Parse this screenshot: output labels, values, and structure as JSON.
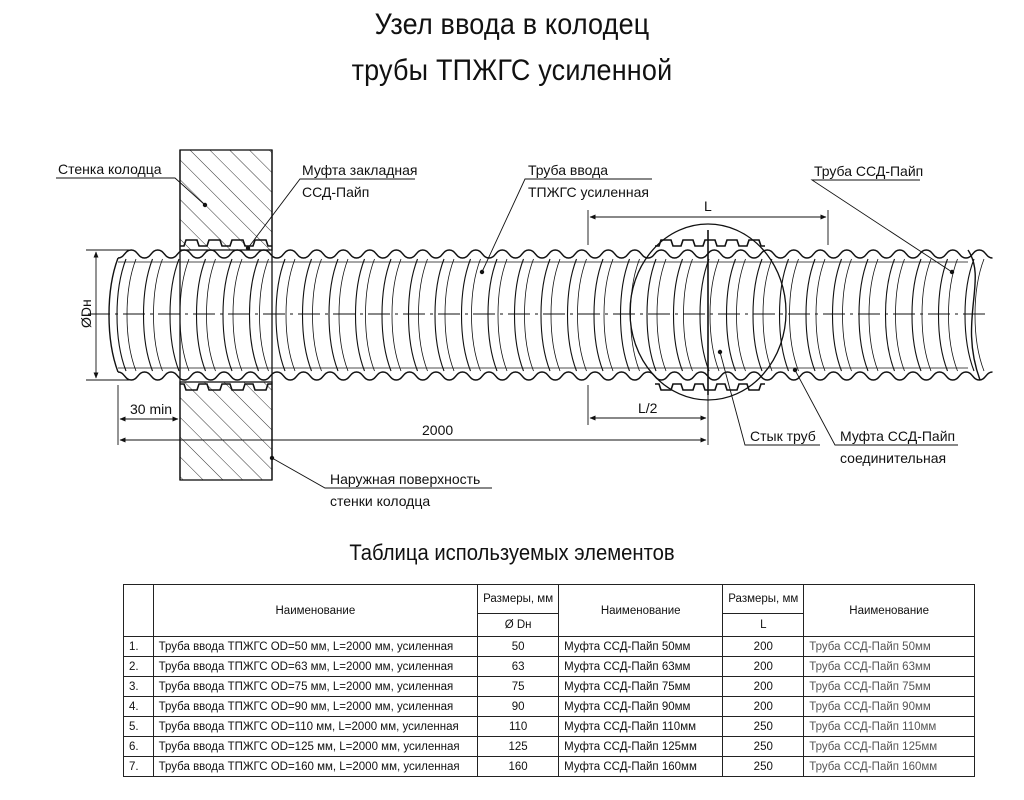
{
  "title_line1": "Узел ввода в колодец",
  "title_line2": "трубы ТПЖГС усиленной",
  "labels": {
    "well_wall": "Стенка колодца",
    "embedded_coupling_1": "Муфта закладная",
    "embedded_coupling_2": "ССД-Пайп",
    "entry_pipe_1": "Труба ввода",
    "entry_pipe_2": "ТПЖГС усиленная",
    "ssd_pipe": "Труба ССД-Пайп",
    "dim_L": "L",
    "dim_L2": "L/2",
    "dim_od": "ØDн",
    "dim_30min": "30 min",
    "dim_2000": "2000",
    "pipe_joint": "Стык труб",
    "conn_coupling_1": "Муфта ССД-Пайп",
    "conn_coupling_2": "соединительная",
    "outer_surface_1": "Наружная поверхность",
    "outer_surface_2": "стенки колодца"
  },
  "table": {
    "title": "Таблица используемых элементов",
    "headers": {
      "name1": "Наименование",
      "dims1": "Размеры, мм",
      "dims1_sub": "Ø Dн",
      "name2": "Наименование",
      "dims2": "Размеры, мм",
      "dims2_sub": "L",
      "name3": "Наименование"
    },
    "rows": [
      {
        "n": "1.",
        "pipe": "Труба ввода ТПЖГС OD=50 мм, L=2000 мм, усиленная",
        "d": "50",
        "coupling": "Муфта ССД-Пайп 50мм",
        "l": "200",
        "ssd": "Труба ССД-Пайп 50мм"
      },
      {
        "n": "2.",
        "pipe": "Труба ввода ТПЖГС OD=63 мм, L=2000 мм, усиленная",
        "d": "63",
        "coupling": "Муфта ССД-Пайп 63мм",
        "l": "200",
        "ssd": "Труба ССД-Пайп 63мм"
      },
      {
        "n": "3.",
        "pipe": "Труба ввода ТПЖГС OD=75 мм, L=2000 мм, усиленная",
        "d": "75",
        "coupling": "Муфта ССД-Пайп 75мм",
        "l": "200",
        "ssd": "Труба ССД-Пайп 75мм"
      },
      {
        "n": "4.",
        "pipe": "Труба ввода ТПЖГС OD=90 мм, L=2000 мм, усиленная",
        "d": "90",
        "coupling": "Муфта ССД-Пайп 90мм",
        "l": "200",
        "ssd": "Труба ССД-Пайп 90мм"
      },
      {
        "n": "5.",
        "pipe": "Труба ввода ТПЖГС OD=110 мм, L=2000 мм, усиленная",
        "d": "110",
        "coupling": "Муфта ССД-Пайп 110мм",
        "l": "250",
        "ssd": "Труба ССД-Пайп 110мм"
      },
      {
        "n": "6.",
        "pipe": "Труба ввода ТПЖГС OD=125 мм, L=2000 мм, усиленная",
        "d": "125",
        "coupling": "Муфта ССД-Пайп 125мм",
        "l": "250",
        "ssd": "Труба ССД-Пайп 125мм"
      },
      {
        "n": "7.",
        "pipe": "Труба ввода ТПЖГС OD=160 мм, L=2000 мм, усиленная",
        "d": "160",
        "coupling": "Муфта ССД-Пайп 160мм",
        "l": "250",
        "ssd": "Труба ССД-Пайп 160мм"
      }
    ]
  }
}
